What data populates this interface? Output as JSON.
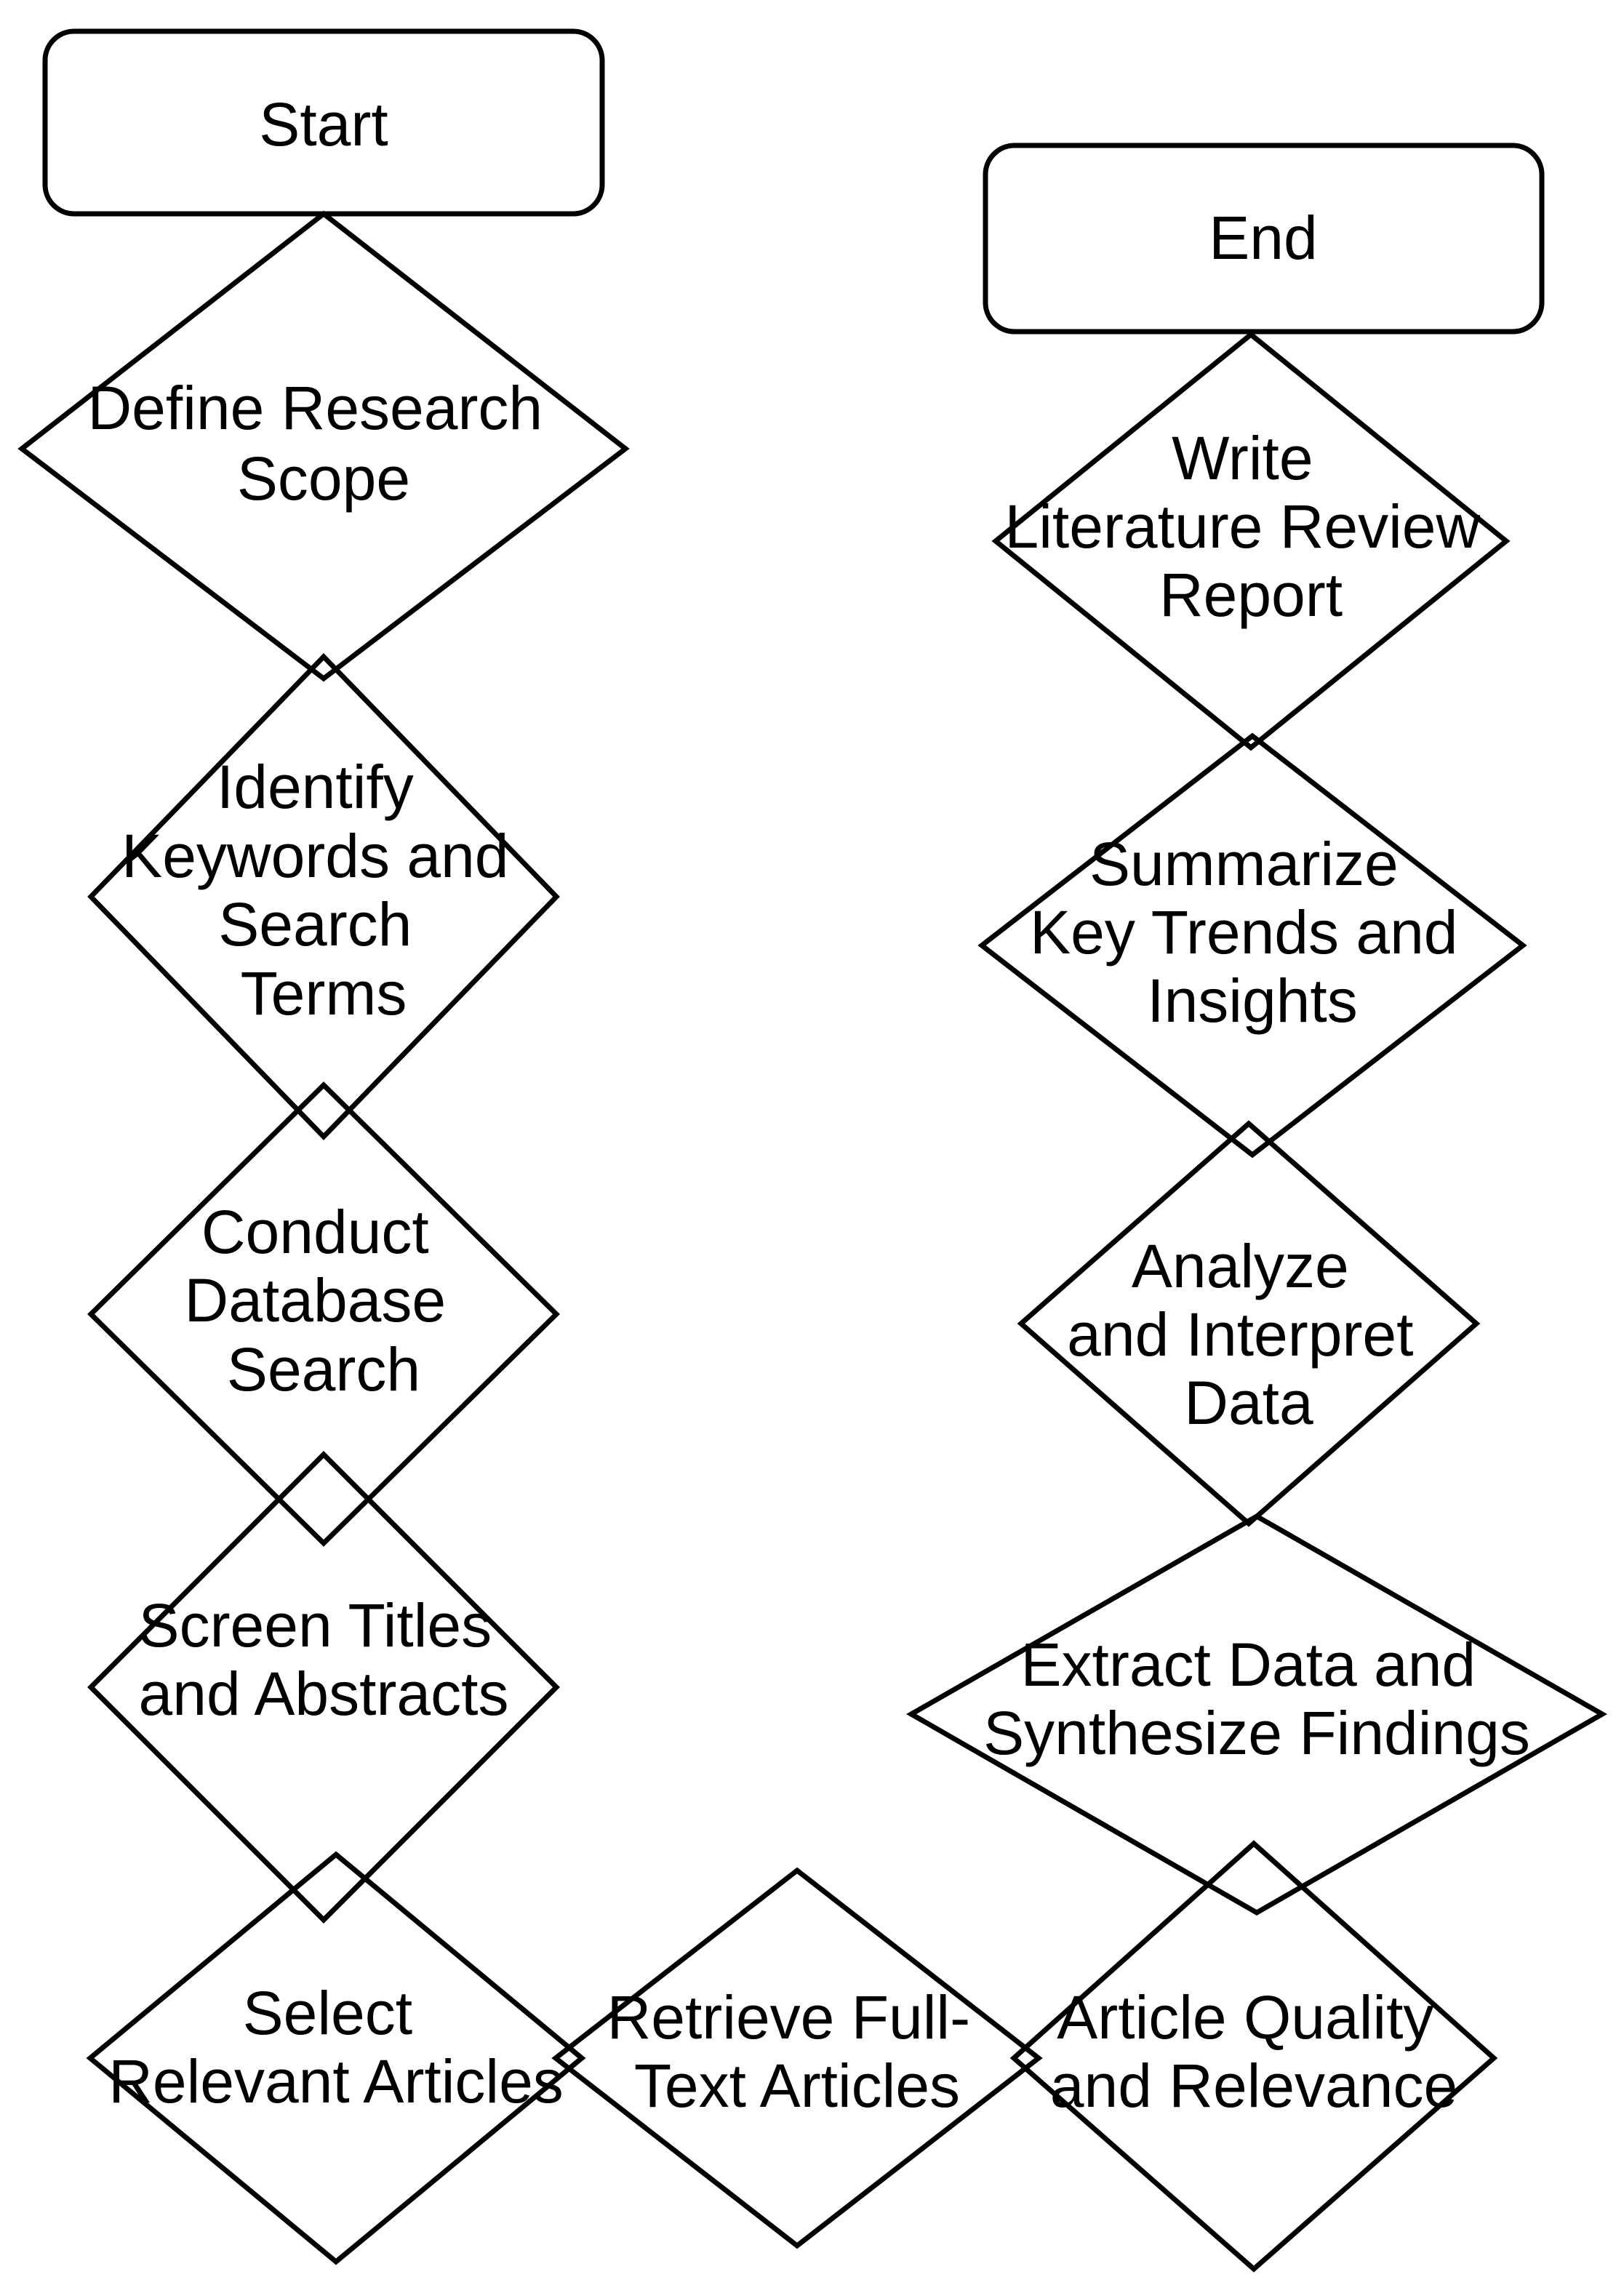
{
  "diagram": {
    "style": {
      "background": "#ffffff",
      "line_color": "#000000",
      "text_color": "#000000"
    },
    "nodes": [
      {
        "id": "start",
        "shape": "terminator",
        "lines": [
          "Start"
        ]
      },
      {
        "id": "define-research-scope",
        "shape": "decision-diamond",
        "lines": [
          "Define Research",
          "Scope"
        ]
      },
      {
        "id": "identify-keywords-and-search-terms",
        "shape": "decision-diamond",
        "lines": [
          "Identify",
          "Keywords and",
          "Search",
          "Terms"
        ]
      },
      {
        "id": "conduct-database-search",
        "shape": "decision-diamond",
        "lines": [
          "Conduct",
          "Database",
          "Search"
        ]
      },
      {
        "id": "screen-titles-and-abstracts",
        "shape": "decision-diamond",
        "lines": [
          "Screen Titles",
          "and Abstracts"
        ]
      },
      {
        "id": "select-relevant-articles",
        "shape": "decision-diamond",
        "lines": [
          "Select",
          "Relevant Articles"
        ]
      },
      {
        "id": "retrieve-full-text-articles",
        "shape": "decision-diamond",
        "lines": [
          "Retrieve Full-",
          "Text Articles"
        ]
      },
      {
        "id": "article-quality-and-relevance",
        "shape": "decision-diamond",
        "lines": [
          "Article Quality",
          "and Relevance"
        ]
      },
      {
        "id": "extract-data-and-synthesize-findings",
        "shape": "decision-diamond",
        "lines": [
          "Extract Data and",
          "Synthesize Findings"
        ]
      },
      {
        "id": "analyze-and-interpret-data",
        "shape": "decision-diamond",
        "lines": [
          "Analyze",
          "and Interpret",
          "Data"
        ]
      },
      {
        "id": "summarize-key-trends-and-insights",
        "shape": "decision-diamond",
        "lines": [
          "Summarize",
          "Key Trends and",
          "Insights"
        ]
      },
      {
        "id": "write-literature-review-report",
        "shape": "decision-diamond",
        "lines": [
          "Write",
          "Literature Review",
          "Report"
        ]
      },
      {
        "id": "end",
        "shape": "terminator",
        "lines": [
          "End"
        ]
      }
    ],
    "flow_sequence": [
      "start",
      "define-research-scope",
      "identify-keywords-and-search-terms",
      "conduct-database-search",
      "screen-titles-and-abstracts",
      "select-relevant-articles",
      "retrieve-full-text-articles",
      "article-quality-and-relevance",
      "extract-data-and-synthesize-findings",
      "analyze-and-interpret-data",
      "summarize-key-trends-and-insights",
      "write-literature-review-report",
      "end"
    ]
  }
}
